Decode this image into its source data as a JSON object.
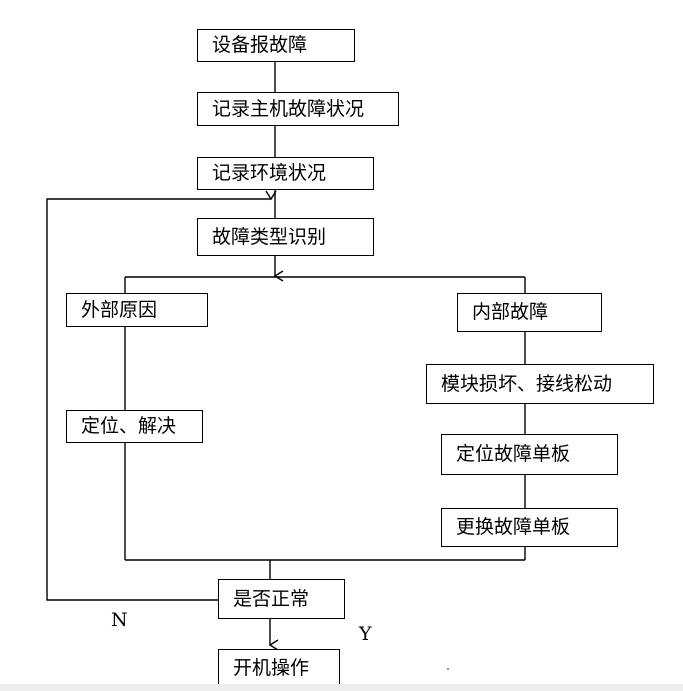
{
  "nodes": {
    "report_fault": "设备报故障",
    "record_host_fault": "记录主机故障状况",
    "record_environment": "记录环境状况",
    "identify_fault_type": "故障类型识别",
    "external_cause": "外部原因",
    "locate_resolve": "定位、解决",
    "internal_fault": "内部故障",
    "module_damage": "模块损坏、接线松动",
    "locate_board": "定位故障单板",
    "replace_board": "更换故障单板",
    "is_normal": "是否正常",
    "power_on": "开机操作"
  },
  "labels": {
    "no": "N",
    "yes": "Y"
  }
}
